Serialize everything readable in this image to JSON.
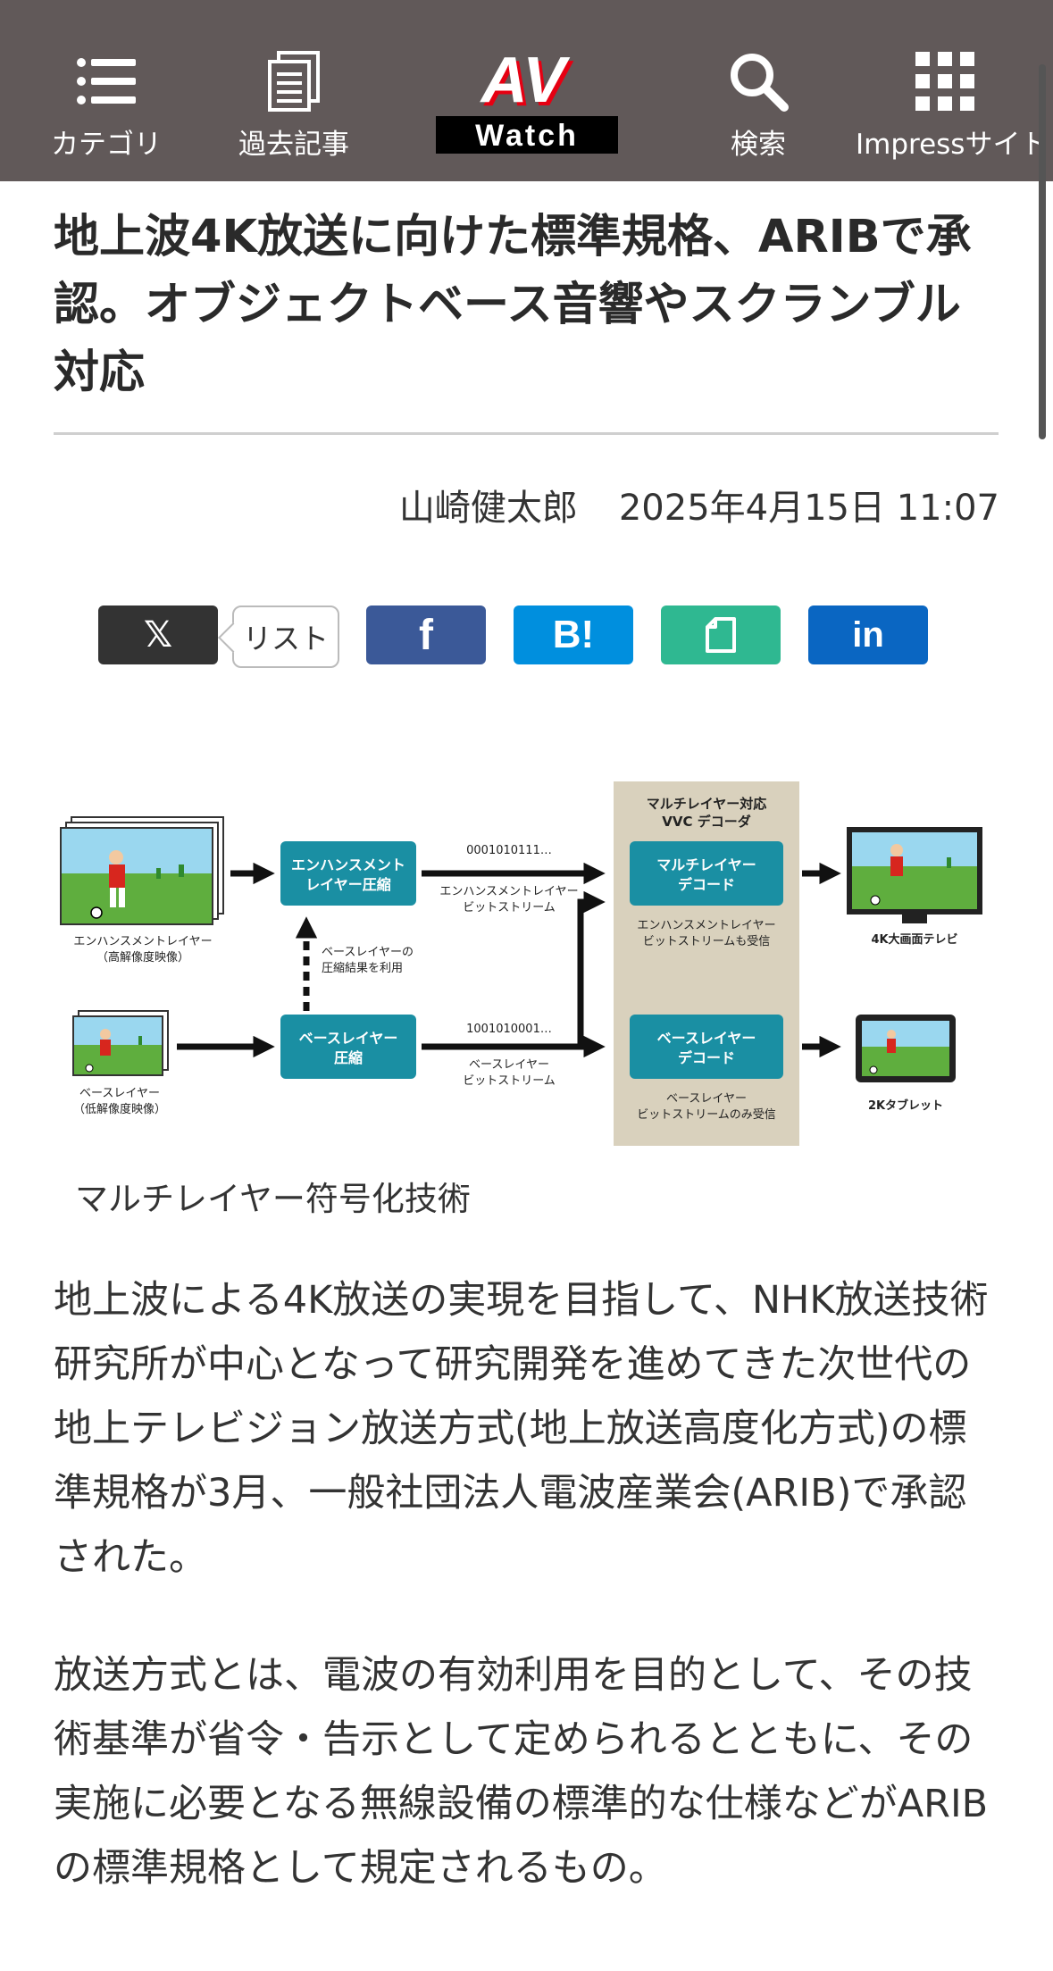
{
  "header": {
    "nav": [
      {
        "label": "カテゴリ",
        "icon": "list-icon"
      },
      {
        "label": "過去記事",
        "icon": "documents-icon"
      },
      {
        "label": "検索",
        "icon": "search-icon"
      },
      {
        "label": "Impressサイト",
        "icon": "grid-icon"
      }
    ],
    "logo": {
      "top": "AV",
      "bottom": "Watch"
    },
    "colors": {
      "bar": "#615959",
      "logo_red": "#e60012"
    }
  },
  "article": {
    "title": "地上波4K放送に向けた標準規格、ARIBで承認。オブジェクトベース音響やスクランブル対応",
    "author": "山崎健太郎",
    "date": "2025年4月15日 11:07"
  },
  "share": {
    "x_icon": "𝕏",
    "list_label": "リスト",
    "facebook_icon": "f",
    "hatena_label": "B!",
    "linkedin_label": "in"
  },
  "figure": {
    "caption": "マルチレイヤー符号化技術",
    "enh_source": [
      "エンハンスメントレイヤー",
      "（高解像度映像）"
    ],
    "base_source": [
      "ベースレイヤー",
      "（低解像度映像）"
    ],
    "enh_encoder": [
      "エンハンスメント",
      "レイヤー圧縮"
    ],
    "base_encoder": [
      "ベースレイヤー",
      "圧縮"
    ],
    "use_result": [
      "ベースレイヤーの",
      "圧縮結果を利用"
    ],
    "enh_bits": "0001010111…",
    "enh_stream": [
      "エンハンスメントレイヤー",
      "ビットストリーム"
    ],
    "base_bits": "1001010001…",
    "base_stream": [
      "ベースレイヤー",
      "ビットストリーム"
    ],
    "decoder_title": [
      "マルチレイヤー対応",
      "VVC デコーダ"
    ],
    "multi_decode": [
      "マルチレイヤー",
      "デコード"
    ],
    "enh_receive": [
      "エンハンスメントレイヤー",
      "ビットストリームも受信"
    ],
    "base_decode": [
      "ベースレイヤー",
      "デコード"
    ],
    "base_receive": [
      "ベースレイヤー",
      "ビットストリームのみ受信"
    ],
    "tv_label": "4K大画面テレビ",
    "tablet_label": "2Kタブレット",
    "colors": {
      "box": "#1a8fa3",
      "panel": "#d9d1bd"
    }
  },
  "body": {
    "paragraphs": [
      "地上波による4K放送の実現を目指して、NHK放送技術研究所が中心となって研究開発を進めてきた次世代の地上テレビジョン放送方式(地上放送高度化方式)の標準規格が3月、一般社団法人電波産業会(ARIB)で承認された。",
      "放送方式とは、電波の有効利用を目的として、その技術基準が省令・告示として定められるとともに、その実施に必要となる無線設備の標準的な仕様などがARIBの標準規格として規定されるもの。"
    ]
  }
}
